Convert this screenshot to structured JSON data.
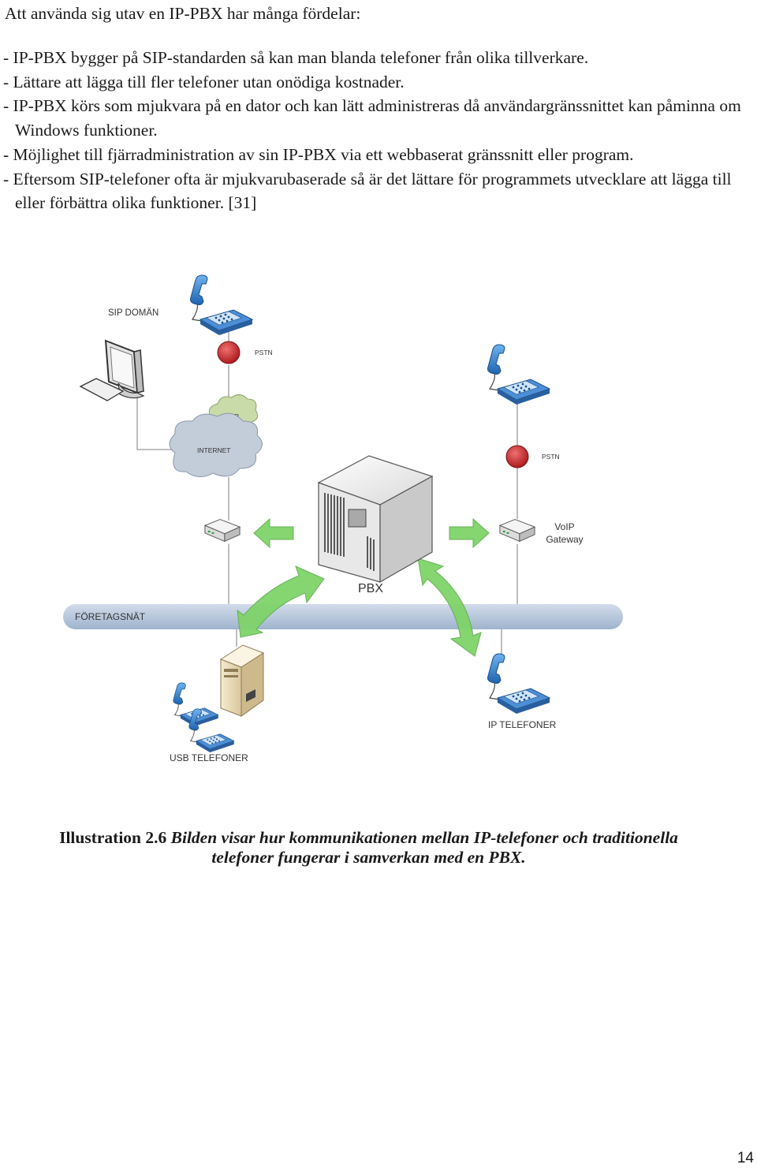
{
  "intro": "Att använda sig utav en IP-PBX har många fördelar:",
  "bullets": [
    "- IP-PBX bygger på SIP-standarden så kan man blanda telefoner från olika tillverkare.",
    "- Lättare att lägga till fler telefoner utan onödiga kostnader.",
    "- IP-PBX körs som mjukvara på en dator och kan lätt administreras då användargränssnittet kan påminna om Windows funktioner.",
    "- Möjlighet till fjärradministration av sin IP-PBX  via ett webbaserat gränssnitt eller program.",
    "- Eftersom SIP-telefoner ofta är mjukvarubaserade så är det lättare för programmets utvecklare att lägga till eller förbättra olika funktioner. [31]"
  ],
  "diagram": {
    "sip_domain": "SIP DOMÄN",
    "pstn_top": "PSTN",
    "itsp": "ITSP",
    "internet": "INTERNET",
    "pstn_right": "PSTN",
    "voip_line1": "VoIP",
    "voip_line2": "Gateway",
    "pbx": "PBX",
    "network": "FÖRETAGSNÄT",
    "ip_phones": "IP TELEFONER",
    "usb_phones": "USB TELEFONER"
  },
  "caption": {
    "label": "Illustration 2.6",
    "text_line1": "Bilden visar hur kommunikationen mellan IP-telefoner och traditionella",
    "text_line2": "telefoner fungerar i samverkan med en PBX."
  },
  "page_number": "14",
  "colors": {
    "network_bar": "#b9c9dc",
    "arrow_green": "#7fd36a",
    "pstn_red": "#c8282c",
    "phone_blue": "#2f7fcf",
    "cloud_green": "#c9dba8",
    "cloud_blue": "#c3ccd9"
  }
}
